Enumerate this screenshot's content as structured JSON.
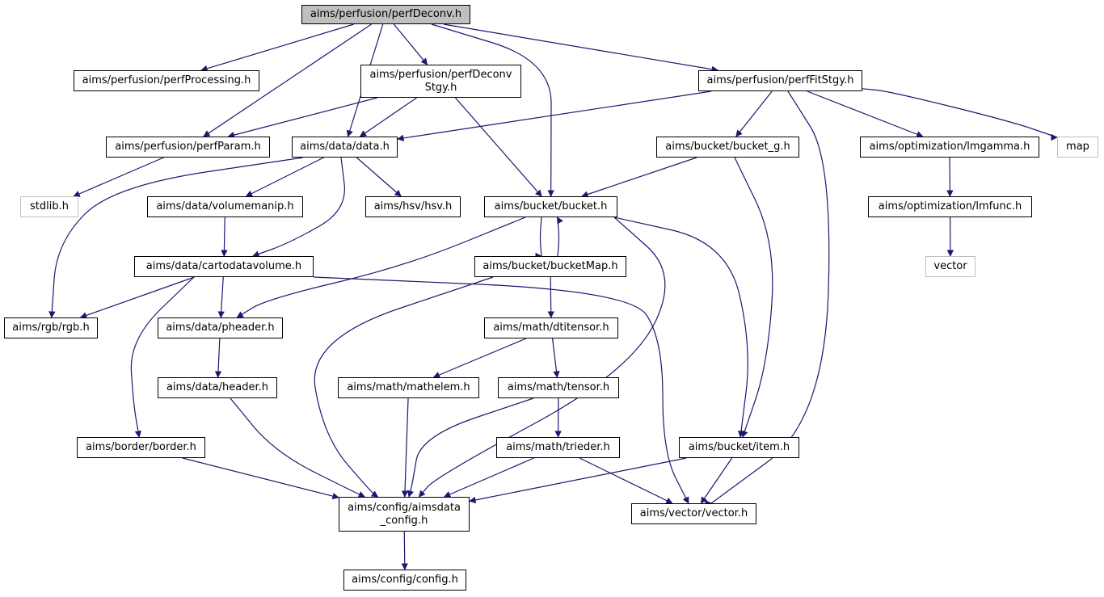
{
  "diagram": {
    "nodes": [
      {
        "id": "perfDeconv",
        "label": "aims/perfusion/perfDeconv.h",
        "kind": "root"
      },
      {
        "id": "perfProcessing",
        "label": "aims/perfusion/perfProcessing.h",
        "kind": "file"
      },
      {
        "id": "perfDeconvStgy",
        "label": "aims/perfusion/perfDeconv\nStgy.h",
        "kind": "file"
      },
      {
        "id": "perfFitStgy",
        "label": "aims/perfusion/perfFitStgy.h",
        "kind": "file"
      },
      {
        "id": "perfParam",
        "label": "aims/perfusion/perfParam.h",
        "kind": "file"
      },
      {
        "id": "data",
        "label": "aims/data/data.h",
        "kind": "file"
      },
      {
        "id": "bucket_g",
        "label": "aims/bucket/bucket_g.h",
        "kind": "file"
      },
      {
        "id": "lmgamma",
        "label": "aims/optimization/lmgamma.h",
        "kind": "file"
      },
      {
        "id": "map",
        "label": "map",
        "kind": "external"
      },
      {
        "id": "stdlib",
        "label": "stdlib.h",
        "kind": "external"
      },
      {
        "id": "volumemanip",
        "label": "aims/data/volumemanip.h",
        "kind": "file"
      },
      {
        "id": "hsv",
        "label": "aims/hsv/hsv.h",
        "kind": "file"
      },
      {
        "id": "bucket",
        "label": "aims/bucket/bucket.h",
        "kind": "file"
      },
      {
        "id": "lmfunc",
        "label": "aims/optimization/lmfunc.h",
        "kind": "file"
      },
      {
        "id": "cartodatavolume",
        "label": "aims/data/cartodatavolume.h",
        "kind": "file"
      },
      {
        "id": "bucketMap",
        "label": "aims/bucket/bucketMap.h",
        "kind": "file"
      },
      {
        "id": "vector",
        "label": "vector",
        "kind": "external"
      },
      {
        "id": "rgb",
        "label": "aims/rgb/rgb.h",
        "kind": "file"
      },
      {
        "id": "pheader",
        "label": "aims/data/pheader.h",
        "kind": "file"
      },
      {
        "id": "dtitensor",
        "label": "aims/math/dtitensor.h",
        "kind": "file"
      },
      {
        "id": "header",
        "label": "aims/data/header.h",
        "kind": "file"
      },
      {
        "id": "mathelem",
        "label": "aims/math/mathelem.h",
        "kind": "file"
      },
      {
        "id": "tensor",
        "label": "aims/math/tensor.h",
        "kind": "file"
      },
      {
        "id": "border",
        "label": "aims/border/border.h",
        "kind": "file"
      },
      {
        "id": "trieder",
        "label": "aims/math/trieder.h",
        "kind": "file"
      },
      {
        "id": "item",
        "label": "aims/bucket/item.h",
        "kind": "file"
      },
      {
        "id": "aimsdata_config",
        "label": "aims/config/aimsdata\n_config.h",
        "kind": "file"
      },
      {
        "id": "vectorh",
        "label": "aims/vector/vector.h",
        "kind": "file"
      },
      {
        "id": "config",
        "label": "aims/config/config.h",
        "kind": "file"
      }
    ],
    "edges": [
      [
        "perfDeconv",
        "perfProcessing"
      ],
      [
        "perfDeconv",
        "perfParam"
      ],
      [
        "perfDeconv",
        "data"
      ],
      [
        "perfDeconv",
        "perfDeconvStgy"
      ],
      [
        "perfDeconv",
        "bucket"
      ],
      [
        "perfDeconv",
        "perfFitStgy"
      ],
      [
        "perfDeconvStgy",
        "perfParam"
      ],
      [
        "perfDeconvStgy",
        "data"
      ],
      [
        "perfDeconvStgy",
        "bucket"
      ],
      [
        "perfFitStgy",
        "data"
      ],
      [
        "perfFitStgy",
        "bucket_g"
      ],
      [
        "perfFitStgy",
        "lmgamma"
      ],
      [
        "perfFitStgy",
        "map"
      ],
      [
        "perfFitStgy",
        "vectorh"
      ],
      [
        "perfParam",
        "stdlib"
      ],
      [
        "data",
        "rgb"
      ],
      [
        "data",
        "volumemanip"
      ],
      [
        "data",
        "cartodatavolume"
      ],
      [
        "data",
        "hsv"
      ],
      [
        "bucket_g",
        "bucket"
      ],
      [
        "bucket_g",
        "item"
      ],
      [
        "lmgamma",
        "lmfunc"
      ],
      [
        "lmfunc",
        "vector"
      ],
      [
        "volumemanip",
        "cartodatavolume"
      ],
      [
        "bucket",
        "pheader"
      ],
      [
        "bucket",
        "bucketMap"
      ],
      [
        "bucket",
        "aimsdata_config"
      ],
      [
        "bucket",
        "item"
      ],
      [
        "bucketMap",
        "bucket"
      ],
      [
        "bucketMap",
        "aimsdata_config"
      ],
      [
        "bucketMap",
        "dtitensor"
      ],
      [
        "cartodatavolume",
        "rgb"
      ],
      [
        "cartodatavolume",
        "pheader"
      ],
      [
        "cartodatavolume",
        "border"
      ],
      [
        "cartodatavolume",
        "vectorh"
      ],
      [
        "pheader",
        "header"
      ],
      [
        "header",
        "aimsdata_config"
      ],
      [
        "dtitensor",
        "mathelem"
      ],
      [
        "dtitensor",
        "tensor"
      ],
      [
        "mathelem",
        "aimsdata_config"
      ],
      [
        "tensor",
        "aimsdata_config"
      ],
      [
        "tensor",
        "trieder"
      ],
      [
        "trieder",
        "aimsdata_config"
      ],
      [
        "trieder",
        "vectorh"
      ],
      [
        "border",
        "aimsdata_config"
      ],
      [
        "item",
        "aimsdata_config"
      ],
      [
        "item",
        "vectorh"
      ],
      [
        "aimsdata_config",
        "config"
      ]
    ],
    "colors": {
      "edge": "#191970",
      "root_fill": "#bfbfbf",
      "node_border": "#000000",
      "external_border": "#bfbfbf"
    }
  }
}
